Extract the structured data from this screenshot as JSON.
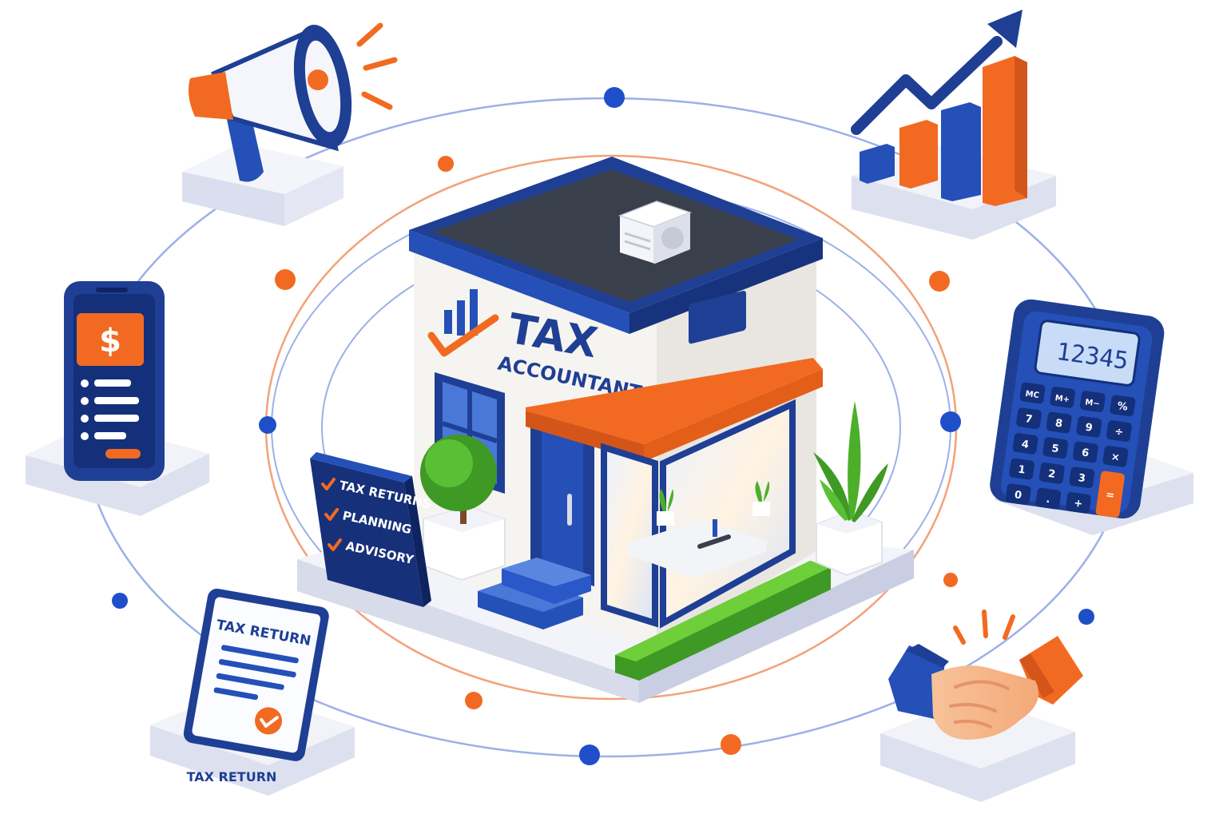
{
  "colors": {
    "brand_blue": "#1F3F95",
    "mid_blue": "#2F5BC4",
    "accent_orange": "#F26A21",
    "green": "#4CAF2A",
    "orbit_blue": "#9CB0E8",
    "orbit_orange": "#F2A27A",
    "platform": "#EEF0F8",
    "wall": "#F6F4F0"
  },
  "building": {
    "sign_line1": "TAX",
    "sign_line2": "ACCOUNTANT",
    "logo_icon": "bar-chart-check-icon"
  },
  "services_board": {
    "items": [
      {
        "label": "TAX RETURNS",
        "icon": "check-icon"
      },
      {
        "label": "PLANNING",
        "icon": "check-icon"
      },
      {
        "label": "ADVISORY",
        "icon": "check-icon"
      }
    ]
  },
  "phone": {
    "symbol": "$",
    "icon": "phone-icon"
  },
  "calculator": {
    "display": "12345",
    "keys": [
      [
        "MC",
        "M+",
        "M−",
        "%"
      ],
      [
        "7",
        "8",
        "9",
        "÷"
      ],
      [
        "4",
        "5",
        "6",
        "×"
      ],
      [
        "1",
        "2",
        "3",
        "−"
      ],
      [
        "0",
        ".",
        "+",
        "="
      ]
    ],
    "icon": "calculator-icon"
  },
  "tax_return_doc": {
    "top_label": "TAX RETURN",
    "bottom_label": "TAX RETURN",
    "icon": "document-icon"
  },
  "icons": {
    "megaphone": "megaphone-icon",
    "growth_chart": "growth-chart-icon",
    "handshake": "handshake-icon"
  }
}
